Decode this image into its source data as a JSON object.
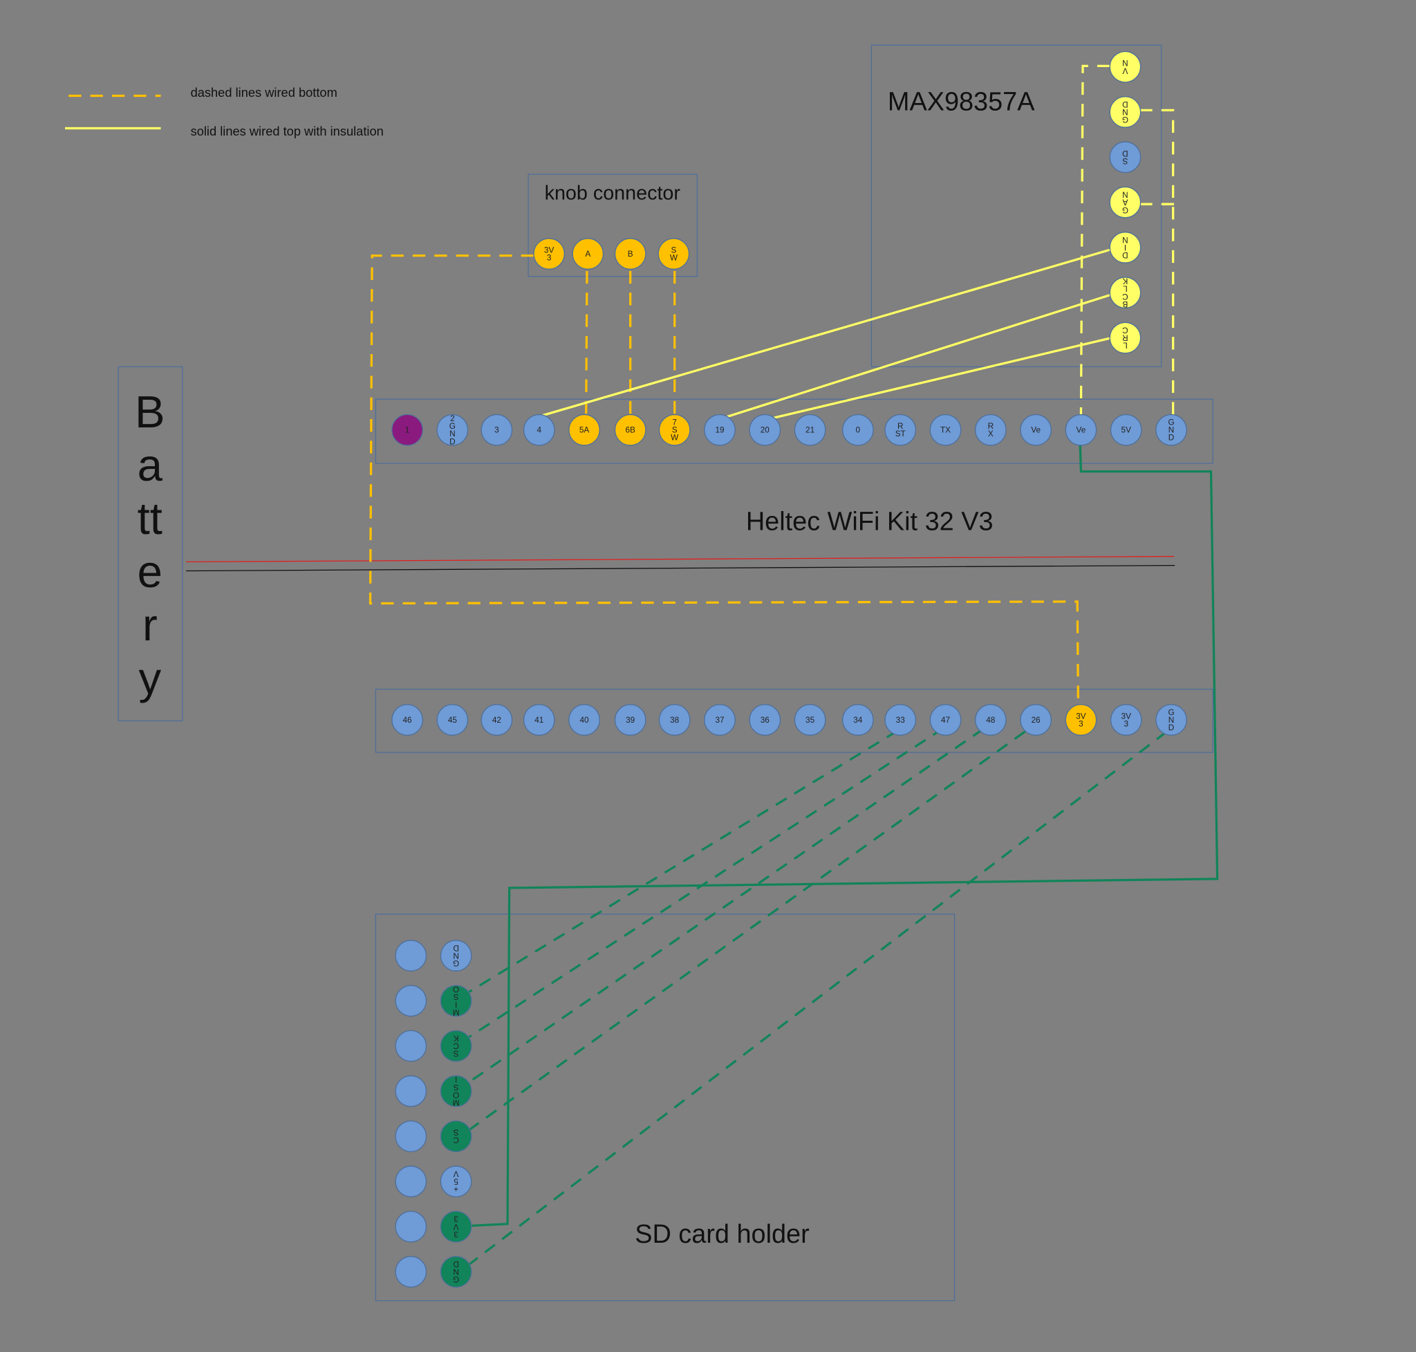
{
  "legend": {
    "dashed": "dashed lines wired bottom",
    "solid": "solid lines wired top with insulation"
  },
  "components": {
    "battery": "Battery",
    "battery_letters": [
      "B",
      "a",
      "tt",
      "e",
      "r",
      "y"
    ],
    "knob": "knob connector",
    "amp": "MAX98357A",
    "board": "Heltec WiFi Kit 32 V3",
    "sd": "SD card holder"
  },
  "pins": {
    "knob": [
      "3V|3",
      "A",
      "B",
      "S|W"
    ],
    "amp": [
      "V|N",
      "G|N|D",
      "S|D",
      "G|A|N",
      "D|I|N",
      "B|C|L|K",
      "L|R|C"
    ],
    "top_row": [
      "1",
      "2|G|N|D",
      "3",
      "4",
      "5A",
      "6B",
      "7|S|W",
      "19",
      "20",
      "21",
      "0",
      "R|ST",
      "TX",
      "R|X",
      "Ve",
      "Ve",
      "5V",
      "G|N|D"
    ],
    "bottom_row": [
      "46",
      "45",
      "42",
      "41",
      "40",
      "39",
      "38",
      "37",
      "36",
      "35",
      "34",
      "33",
      "47",
      "48",
      "26",
      "3V|3",
      "3V|3",
      "G|N|D"
    ],
    "sd_left": [
      "",
      "",
      "",
      "",
      "",
      "",
      "",
      ""
    ],
    "sd_right": [
      "G|N|D",
      "M|I|S|O",
      "S|C|K",
      "M|O|S|I",
      "C|S",
      "+|5|V",
      "3|V|3",
      "G|N|D"
    ]
  },
  "colors": {
    "background": "#808080",
    "pin_blue": "#6f9bd6",
    "pin_orange": "#ffc000",
    "pin_yellow": "#ffff66",
    "pin_purple": "#8b1a7f",
    "pin_green": "#11845a",
    "wire_orange": "#ffc000",
    "wire_yellow": "#ffff66",
    "wire_green": "#11845a",
    "wire_red": "#e02020",
    "wire_black": "#111111"
  }
}
